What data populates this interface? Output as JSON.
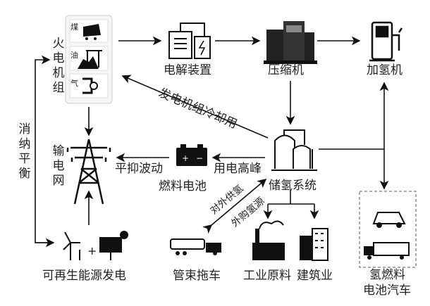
{
  "nodes": {
    "thermal": {
      "label": "火电机组",
      "fuels": [
        "煤",
        "油",
        "气"
      ]
    },
    "electrolyzer": {
      "label": "电解装置"
    },
    "compressor": {
      "label": "压缩机"
    },
    "dispenser": {
      "label": "加氢机"
    },
    "storage": {
      "label": "储氢系统"
    },
    "fuel_cell": {
      "label": "燃料电池"
    },
    "grid": {
      "label": "输电网"
    },
    "renewable": {
      "label": "可再生能源发电"
    },
    "tube_trailer": {
      "label": "管束拖车"
    },
    "industry": {
      "label": "工业原料"
    },
    "building": {
      "label": "建筑业"
    },
    "fcv": {
      "label_line1": "氢燃料",
      "label_line2": "电池汽车"
    }
  },
  "edges": {
    "cooling": "发电机组冷却用",
    "peak": "用电高峰",
    "smoothing": "平抑波动",
    "balance": "消纳平衡",
    "supply_out": "对外供氢",
    "purchase_in": "外购氢源"
  }
}
